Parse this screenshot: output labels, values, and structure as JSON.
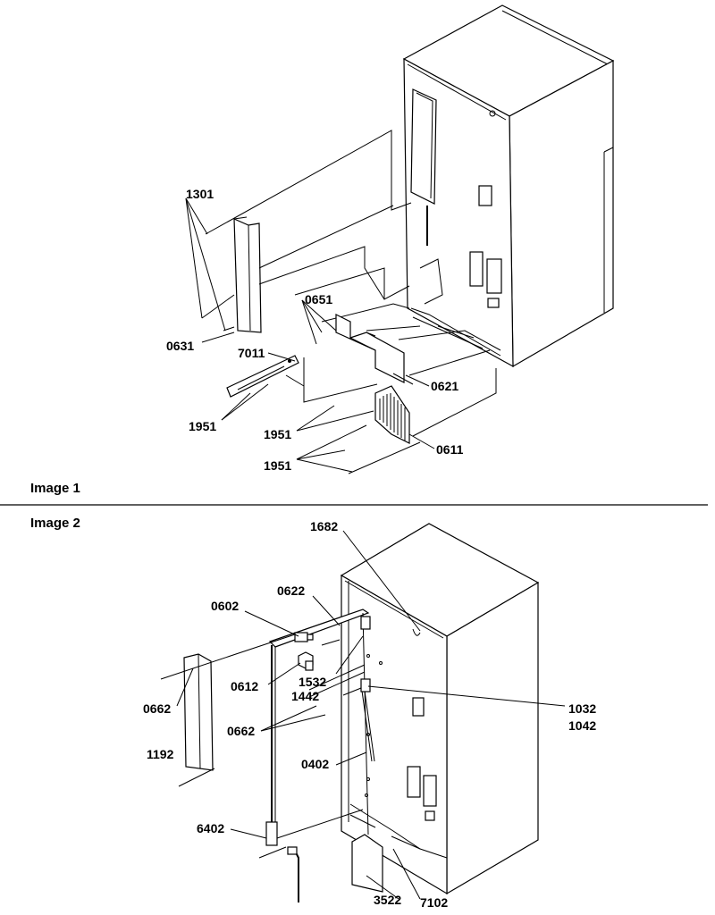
{
  "captions": {
    "image1": "Image 1",
    "image2": "Image 2"
  },
  "image1_labels": {
    "p1301": "1301",
    "p0631": "0631",
    "p7011": "7011",
    "p0651": "0651",
    "p1951a": "1951",
    "p1951b": "1951",
    "p1951c": "1951",
    "p0621": "0621",
    "p0611": "0611"
  },
  "image2_labels": {
    "p1682": "1682",
    "p0622": "0622",
    "p0602": "0602",
    "p0612": "0612",
    "p1532": "1532",
    "p1442": "1442",
    "p1032": "1032",
    "p1042": "1042",
    "p0662a": "0662",
    "p0662b": "0662",
    "p1192": "1192",
    "p0402": "0402",
    "p6402": "6402",
    "p3522": "3522",
    "p7102": "7102"
  }
}
